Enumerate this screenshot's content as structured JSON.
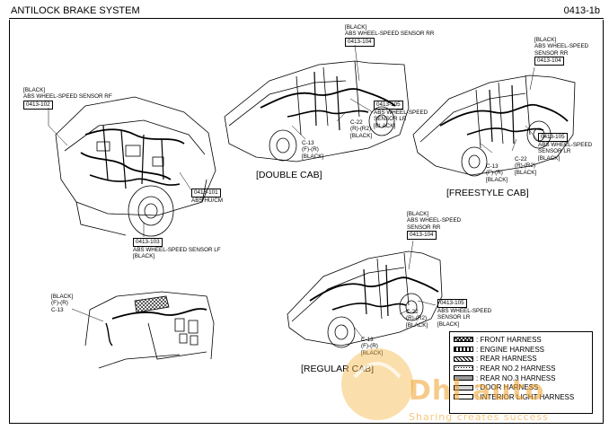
{
  "header": {
    "title": "ANTILOCK BRAKE SYSTEM",
    "page_code": "0413-1b"
  },
  "colors": {
    "line": "#000000",
    "watermark": "#eea028"
  },
  "callouts": {
    "rf": {
      "color": "[BLACK]",
      "name": "ABS WHEEL-SPEED SENSOR RF",
      "code": "0413-102"
    },
    "hu": {
      "code": "0413-101",
      "name": "ABS HU/CM"
    },
    "lf": {
      "code": "0413-103",
      "name": "ABS WHEEL-SPEED SENSOR LF",
      "color": "[BLACK]"
    },
    "c13_small": {
      "color": "[BLACK]",
      "pins": "(F)-(R)",
      "connector": "C-13"
    },
    "dc_rr": {
      "color": "[BLACK]",
      "name": "ABS WHEEL-SPEED SENSOR RR",
      "code": "0413-104"
    },
    "dc_lr": {
      "code": "0413-105",
      "name1": "ABS WHEEL-SPEED",
      "name2": "SENSOR LR",
      "color": "[BLACK]"
    },
    "dc_c22": {
      "connector": "C-22",
      "pins": "(R)-(R2)",
      "color": "[BLACK]"
    },
    "dc_c13": {
      "connector": "C-13",
      "pins": "(F)-(R)",
      "color": "[BLACK]"
    },
    "fs_rr": {
      "color": "[BLACK]",
      "name1": "ABS WHEEL-SPEED",
      "name2": "SENSOR RR",
      "code": "0413-104"
    },
    "fs_lr": {
      "code": "0413-105",
      "name1": "ABS WHEEL-SPEED",
      "name2": "SENSOR LR",
      "color": "[BLACK]"
    },
    "fs_c22": {
      "connector": "C-22",
      "pins": "(R)-(R2)",
      "color": "[BLACK]"
    },
    "fs_c13": {
      "connector": "C-13",
      "pins": "(F)-(R)",
      "color": "[BLACK]"
    },
    "rc_rr": {
      "color": "[BLACK]",
      "name1": "ABS WHEEL-SPEED",
      "name2": "SENSOR RR",
      "code": "0413-104"
    },
    "rc_lr": {
      "code": "0413-105",
      "name1": "ABS WHEEL-SPEED",
      "name2": "SENSOR LR",
      "color": "[BLACK]"
    },
    "rc_c22": {
      "connector": "C-22",
      "pins": "(R)-(R2)",
      "color": "[BLACK]"
    },
    "rc_c13": {
      "connector": "C-13",
      "pins": "(F)-(R)",
      "color": "[BLACK]"
    }
  },
  "captions": {
    "double_cab": "[DOUBLE CAB]",
    "freestyle_cab": "[FREESTYLE CAB]",
    "regular_cab": "[REGULAR CAB]"
  },
  "legend": [
    {
      "label": ": FRONT HARNESS",
      "pattern": "cross"
    },
    {
      "label": ": ENGINE HARNESS",
      "pattern": "checker"
    },
    {
      "label": ": REAR HARNESS",
      "pattern": "diag"
    },
    {
      "label": ": REAR NO.2 HARNESS",
      "pattern": "dots"
    },
    {
      "label": ": REAR NO.3 HARNESS",
      "pattern": "grey"
    },
    {
      "label": ": DOOR HARNESS",
      "pattern": "light"
    },
    {
      "label": ": INTERIOR LIGHT HARNESS",
      "pattern": "white"
    }
  ],
  "watermark": {
    "brand": "Dhl auto",
    "slogan": "Sharing creates success"
  }
}
